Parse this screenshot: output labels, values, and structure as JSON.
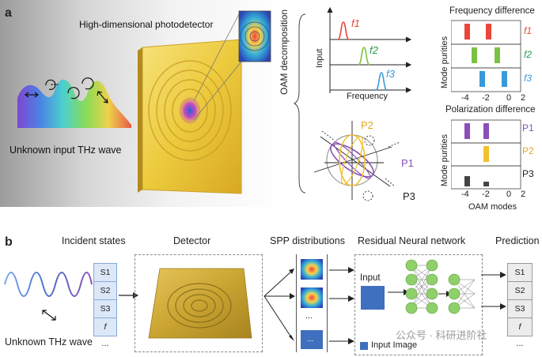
{
  "panel_a": {
    "label": "a",
    "photodetector_title": "High-dimensional photodetector",
    "input_wave_label": "Unknown input THz wave",
    "dots": "...",
    "oam_decomposition": "OAM decomposition",
    "spectrum": {
      "y_label": "Input",
      "x_label": "Frequency",
      "f1": "f1",
      "f2": "f2",
      "f3": "f3"
    },
    "sphere": {
      "p1": "P1",
      "p2": "P2",
      "p3": "P3"
    },
    "frequency_chart": {
      "title": "Frequency difference",
      "y_label": "Mode purities",
      "rows": [
        "f1",
        "f2",
        "f3"
      ],
      "x_ticks": [
        "-4",
        "-2",
        "0",
        "2"
      ]
    },
    "polarization_chart": {
      "title": "Polarization difference",
      "y_label": "Mode purities",
      "rows": [
        "P1",
        "P2",
        "P3"
      ],
      "x_ticks": [
        "-4",
        "-2",
        "0",
        "2"
      ],
      "x_label": "OAM modes"
    }
  },
  "panel_b": {
    "label": "b",
    "incident_states": "Incident states",
    "detector": "Detector",
    "spp": "SPP distributions",
    "resnet": "Residual Neural network",
    "prediction": "Prediction",
    "thz_label": "Unknown THz wave",
    "input_states": [
      "S1",
      "S2",
      "S3",
      "f",
      "..."
    ],
    "prediction_states": [
      "S1",
      "S2",
      "S3",
      "f",
      "..."
    ],
    "spp_ellipsis": "...",
    "input_label": "Input",
    "input_image_label": "Input Image",
    "watermark": "公众号 · 科研进阶社"
  },
  "colors": {
    "red": "#e8473a",
    "green": "#7cc242",
    "blue": "#3a9ad9",
    "purple": "#8a4fb8",
    "yellow": "#f2c12e",
    "dark": "#444444",
    "nn_node": "#8fd06a",
    "input_block": "#3f6fbf"
  }
}
